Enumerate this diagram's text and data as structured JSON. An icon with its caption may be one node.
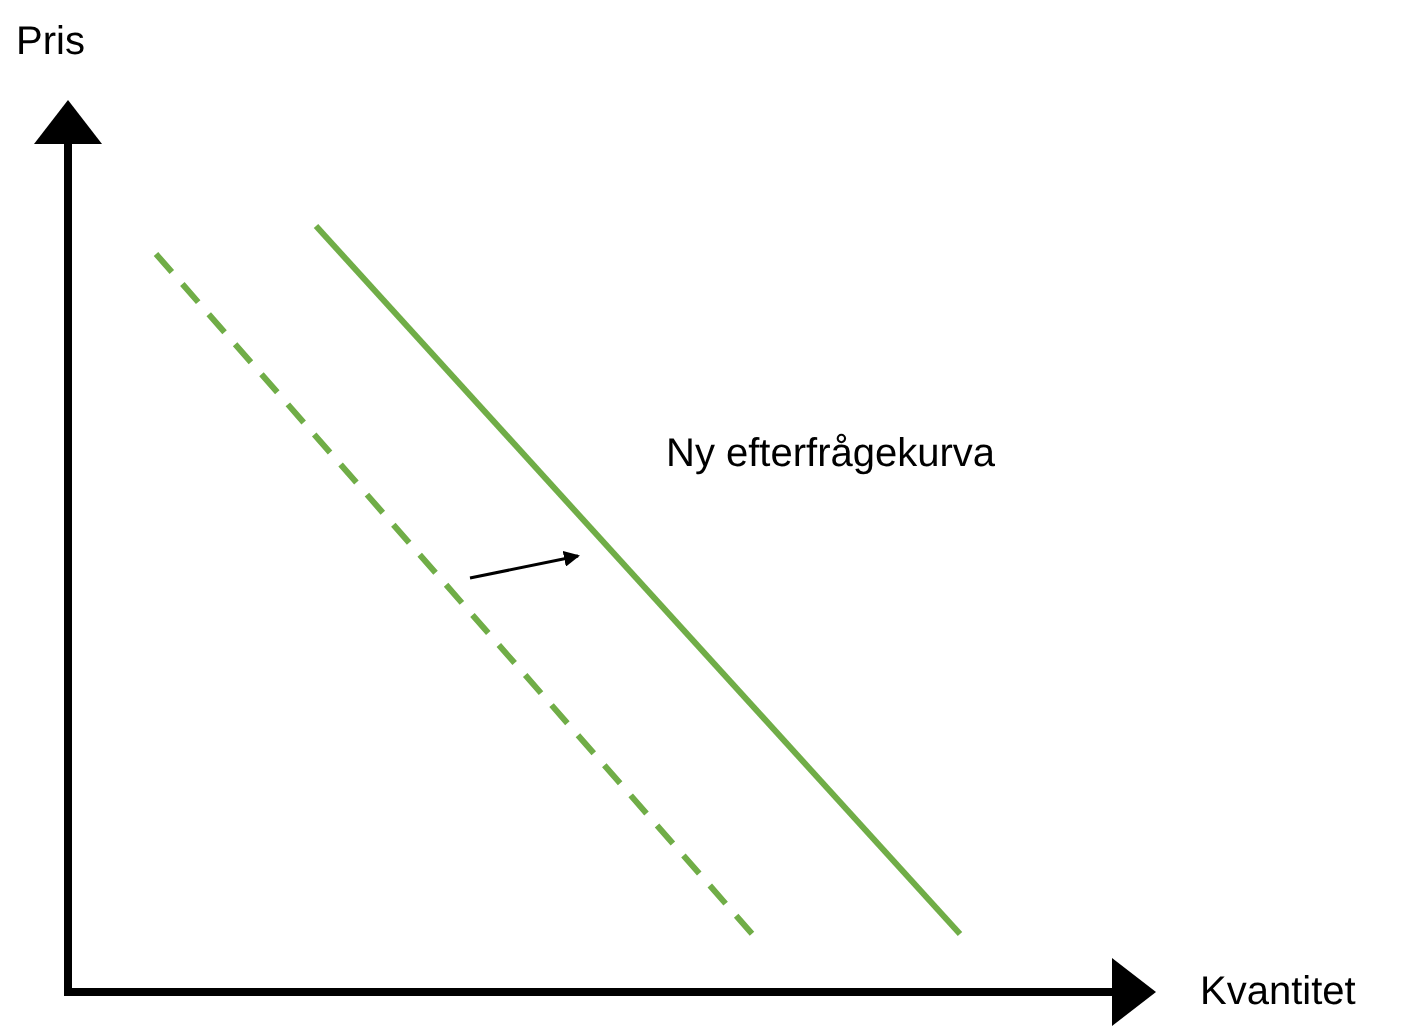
{
  "diagram": {
    "labels": [
      "Pris",
      "Ny efterfrågekurva",
      "Kvantitet"
    ]
  }
}
